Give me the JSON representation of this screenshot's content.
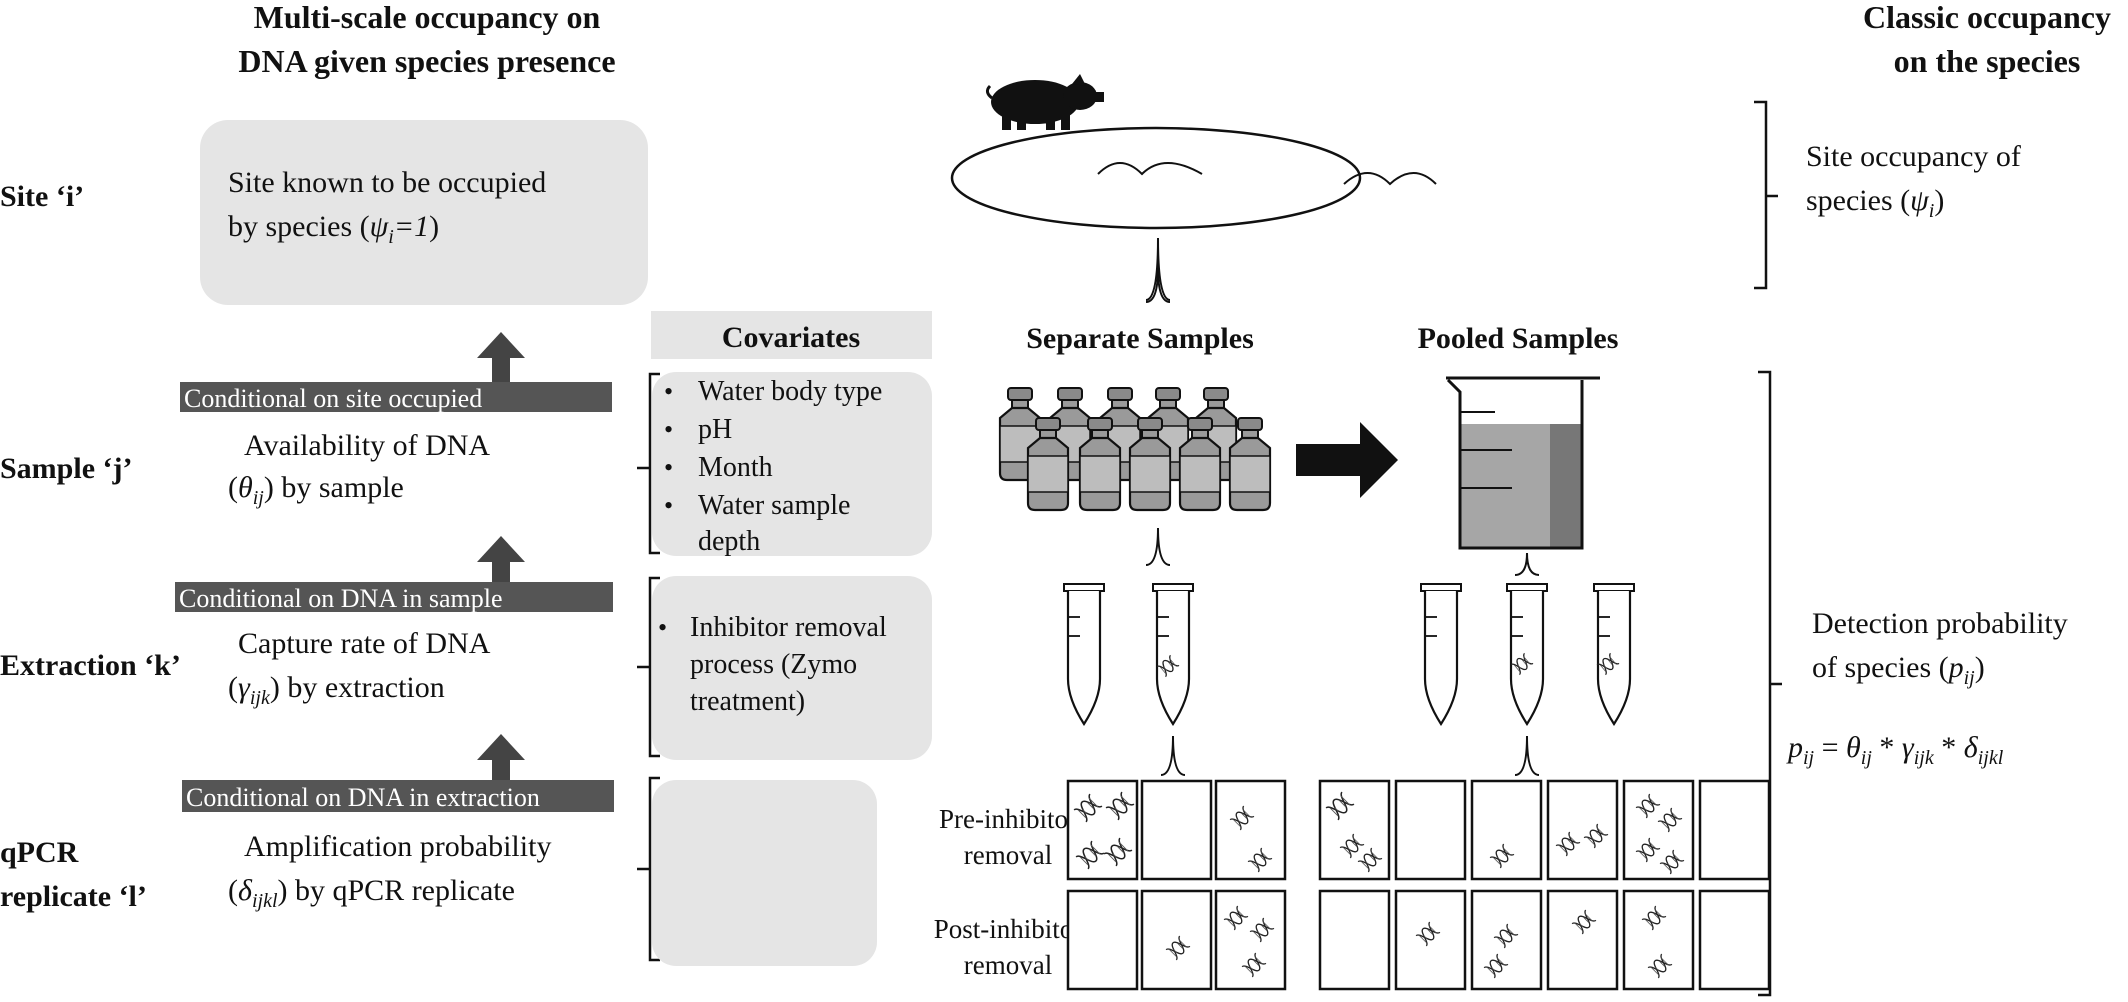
{
  "headers": {
    "left_title_line1": "Multi-scale occupancy on",
    "left_title_line2": "DNA given species presence",
    "right_title_line1": "Classic occupancy",
    "right_title_line2": "on the species"
  },
  "levels": {
    "site": "Site ‘i’",
    "sample": "Sample ‘j’",
    "extraction": "Extraction ‘k’",
    "qpcr_line1": "qPCR",
    "qpcr_line2": "replicate ‘l’"
  },
  "site_box": {
    "line1": "Site known to be occupied",
    "line2_prefix": "by species (",
    "psi": "ψ",
    "sub_i": "i",
    "eq_one": "=1",
    "close": ")"
  },
  "bars": {
    "site_occupied": "Conditional on site occupied",
    "dna_in_sample": "Conditional on DNA in sample",
    "dna_in_extraction": "Conditional on DNA in extraction"
  },
  "sample_text": {
    "line1": "Availability of DNA",
    "open": "(",
    "theta": "θ",
    "sub": "ij",
    "rest": ") by sample"
  },
  "extraction_text": {
    "line1": "Capture rate of DNA",
    "open": "(",
    "gamma": "γ",
    "sub": "ijk",
    "rest": ") by extraction"
  },
  "qpcr_text": {
    "line1": "Amplification probability",
    "open": "(",
    "delta": "δ",
    "sub": "ijkl",
    "rest": ") by qPCR replicate"
  },
  "covariates": {
    "header": "Covariates",
    "bullet": "•",
    "sample_items": [
      "Water body type",
      "pH",
      "Month",
      "Water sample",
      "depth"
    ],
    "extraction_items": [
      "Inhibitor removal",
      "process (Zymo",
      "treatment)"
    ]
  },
  "columns": {
    "separate": "Separate Samples",
    "pooled": "Pooled Samples"
  },
  "qpcr_rows": {
    "pre_line1": "Pre-inhibitor",
    "pre_line2": "removal",
    "post_line1": "Post-inhibitor",
    "post_line2": "removal"
  },
  "right_side": {
    "site_occ_line1": "Site occupancy of",
    "site_occ_line2_prefix": "species (",
    "psi": "ψ",
    "sub_i": "i",
    "close": ")",
    "detect_line1": "Detection probability",
    "detect_line2_prefix": "of species (",
    "p": "p",
    "sub_ij": "ij",
    "eq_p": "p",
    "eq_sub_ij": "ij",
    "eq_equals": " = ",
    "eq_theta": "θ",
    "eq_theta_sub": "ij",
    "eq_star": " * ",
    "eq_gamma": "γ",
    "eq_gamma_sub": "ijk",
    "eq_delta": "δ",
    "eq_delta_sub": "ijkl"
  }
}
